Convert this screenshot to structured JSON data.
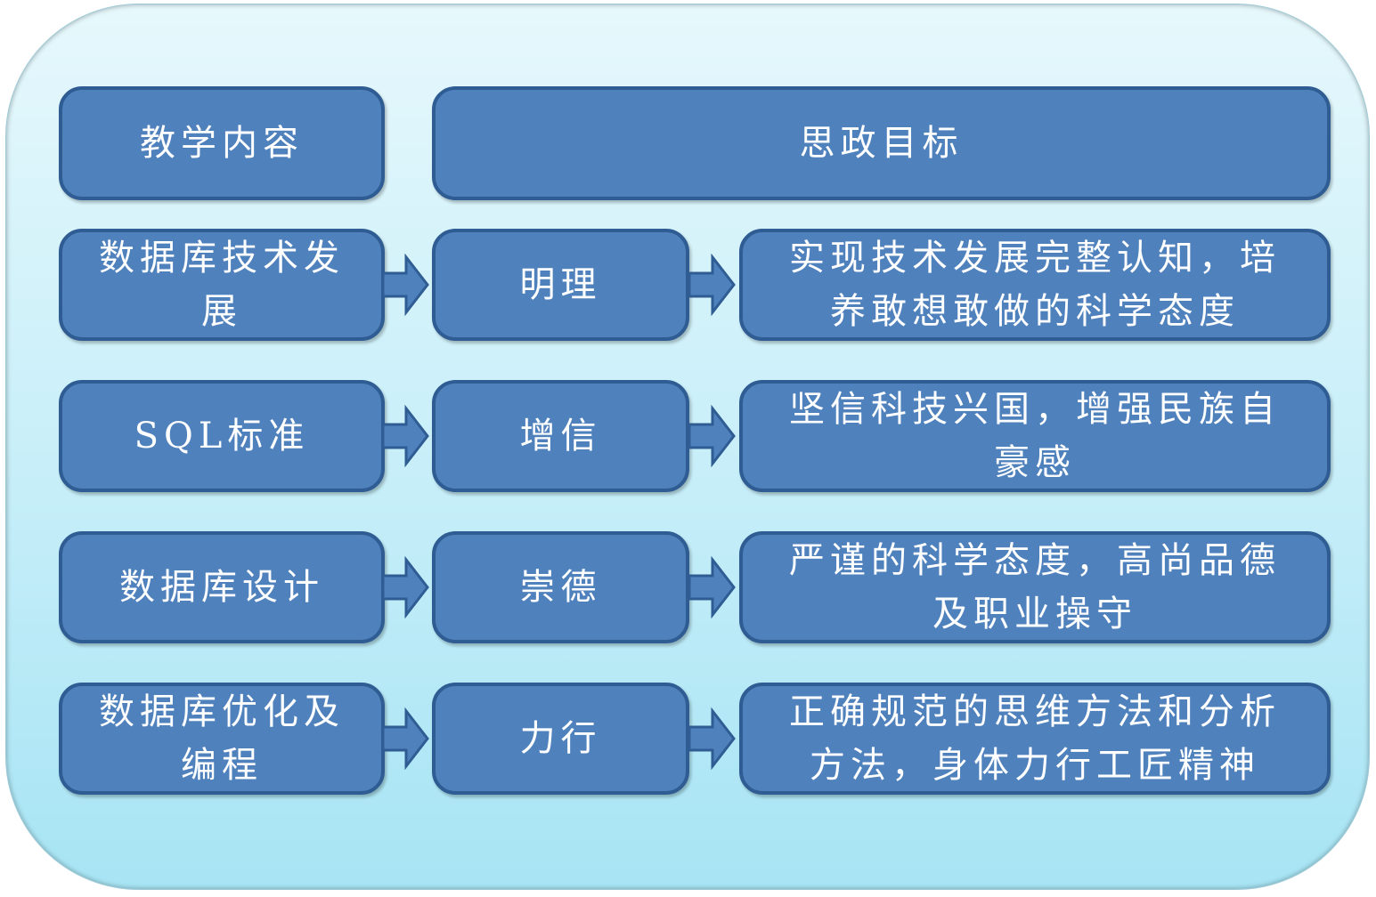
{
  "headers": {
    "content": "教学内容",
    "goal": "思政目标"
  },
  "rows": [
    {
      "content": "数据库技术发展",
      "value": "明理",
      "goal": "实现技术发展完整认知，培养敢想敢做的科学态度"
    },
    {
      "content": "SQL标准",
      "value": "增信",
      "goal": "坚信科技兴国，增强民族自豪感"
    },
    {
      "content": "数据库设计",
      "value": "崇德",
      "goal": "严谨的科学态度，高尚品德及职业操守"
    },
    {
      "content": "数据库优化及编程",
      "value": "力行",
      "goal": "正确规范的思维方法和分析方法，身体力行工匠精神"
    }
  ],
  "colors": {
    "box": "#4f81bd",
    "border": "#2f5d93",
    "text": "#ffffff"
  }
}
